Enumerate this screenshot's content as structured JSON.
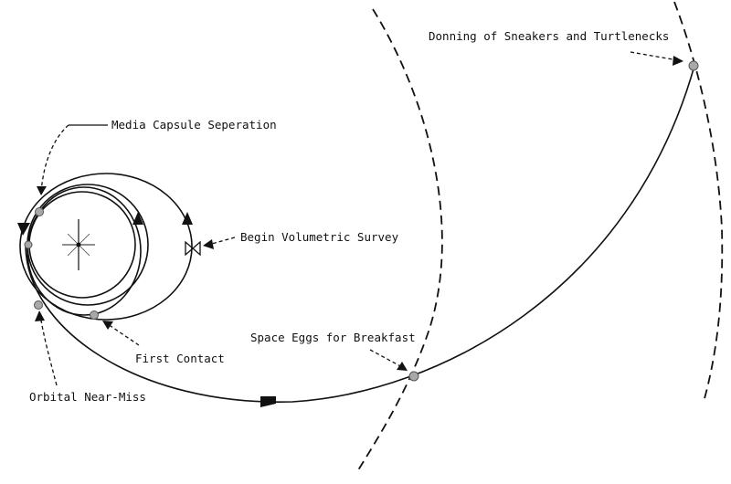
{
  "labels": {
    "media_capsule": "Media Capsule Seperation",
    "volumetric_survey": "Begin Volumetric Survey",
    "first_contact": "First Contact",
    "near_miss": "Orbital Near-Miss",
    "space_eggs": "Space Eggs for Breakfast",
    "donning": "Donning of Sneakers and Turtlenecks"
  }
}
